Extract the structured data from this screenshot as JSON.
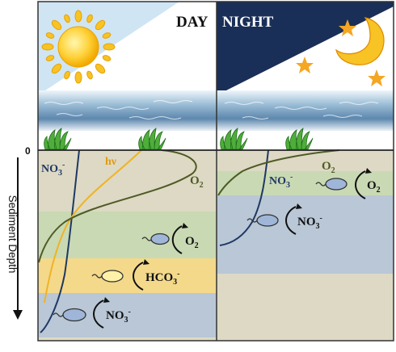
{
  "panels": {
    "day": {
      "title": "DAY",
      "depth_zero": "0",
      "curves": {
        "nitrate": {
          "label": "NO",
          "sub": "3",
          "sup": "-"
        },
        "light": {
          "label": "hν"
        },
        "oxygen": {
          "label": "O",
          "sub": "2"
        }
      },
      "zones": [
        {
          "label": "O",
          "sub": "2",
          "sup": ""
        },
        {
          "label": "HCO",
          "sub": "3",
          "sup": "-"
        },
        {
          "label": "NO",
          "sub": "3",
          "sup": "-"
        }
      ]
    },
    "night": {
      "title": "NIGHT",
      "curves": {
        "oxygen": {
          "label": "O",
          "sub": "2"
        },
        "nitrate": {
          "label": "NO",
          "sub": "3",
          "sup": "-"
        }
      },
      "zones": [
        {
          "label": "O",
          "sub": "2",
          "sup": ""
        },
        {
          "label": "NO",
          "sub": "3",
          "sup": "-"
        }
      ]
    }
  },
  "axis": {
    "label": "Sediment Depth"
  },
  "colors": {
    "sediment": "#ddd9c4",
    "oxygen_zone": "#c9d9b3",
    "carbonate_zone": "#f4d98b",
    "nitrate_zone": "#b9c7d6",
    "night_sky": "#1a2f57",
    "day_sky": "#cfe5f3",
    "water": "#3f6e9a",
    "nitrate_curve": "#1f3864",
    "light_curve": "#f0b323",
    "oxygen_curve": "#4e5b25",
    "microbe_blue": "#9fb6d8",
    "microbe_yellow": "#fff1a8",
    "sun": "#f7c325",
    "moon_star": "#f5a623"
  },
  "icons": [
    "sun-icon",
    "moon-icon",
    "star-icon",
    "seagrass-icon",
    "microbe-icon",
    "cycle-arrow-icon",
    "down-arrow-icon"
  ]
}
